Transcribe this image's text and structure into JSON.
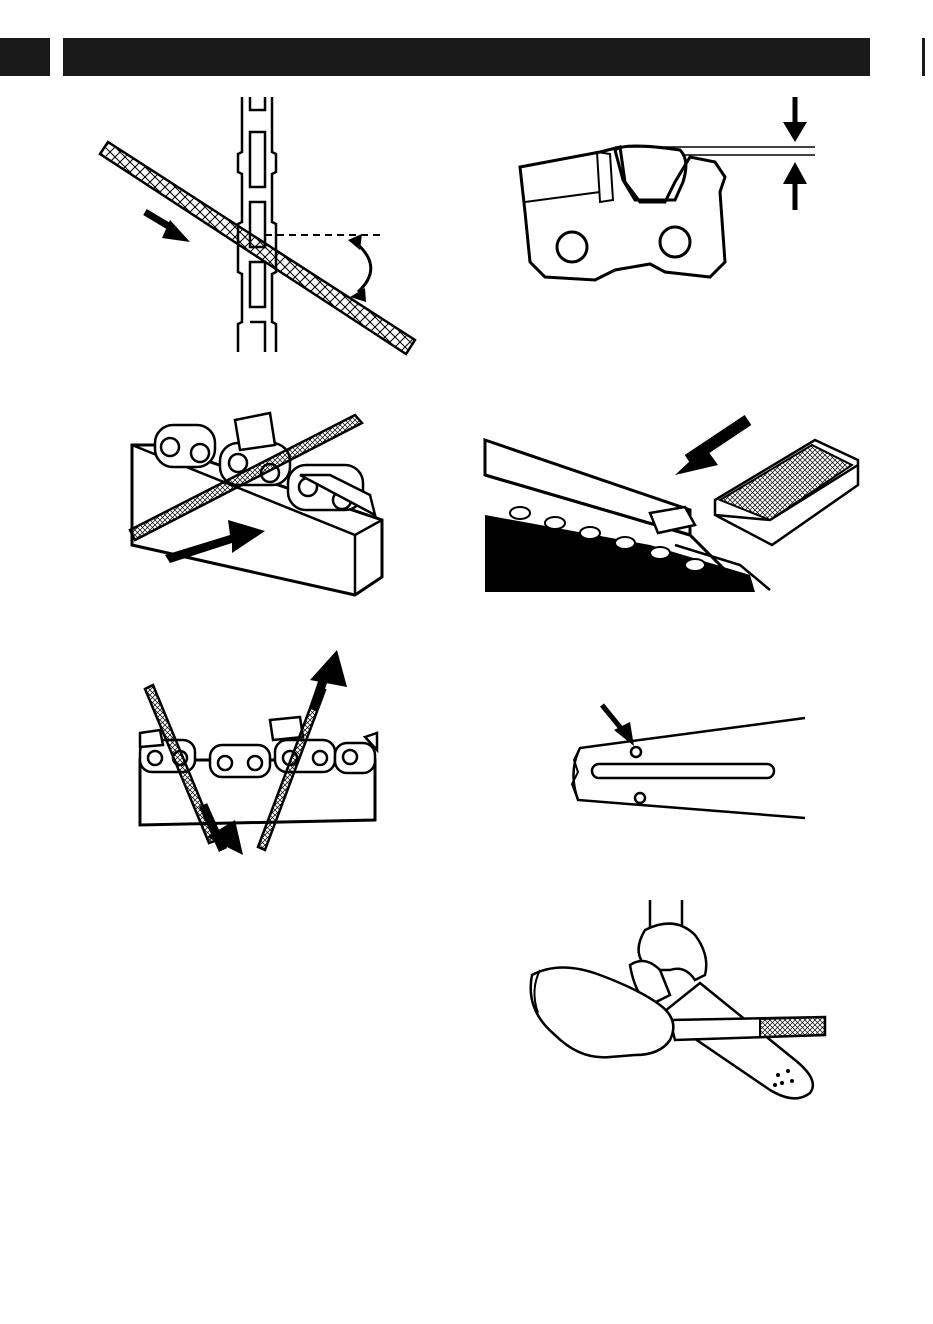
{
  "page": {
    "header_bar_color": "#1a1a1a",
    "ink_color": "#000000"
  },
  "figures": [
    {
      "name": "file-angle-illustration",
      "icon": "round-file-crossing-chain-icon"
    },
    {
      "name": "depth-gauge-illustration",
      "icon": "cutter-depth-gap-icon"
    },
    {
      "name": "file-guide-on-chain-illustration",
      "icon": "file-guide-block-icon"
    },
    {
      "name": "bar-rail-file-illustration",
      "icon": "flat-file-on-bar-rail-icon"
    },
    {
      "name": "file-stroke-direction-illustration",
      "icon": "file-stroke-arrows-icon"
    },
    {
      "name": "bar-lubrication-hole-illustration",
      "icon": "bar-oil-hole-icon"
    },
    {
      "name": "bar-dressing-gloves-illustration",
      "icon": "gloved-hands-filing-bar-icon"
    }
  ]
}
